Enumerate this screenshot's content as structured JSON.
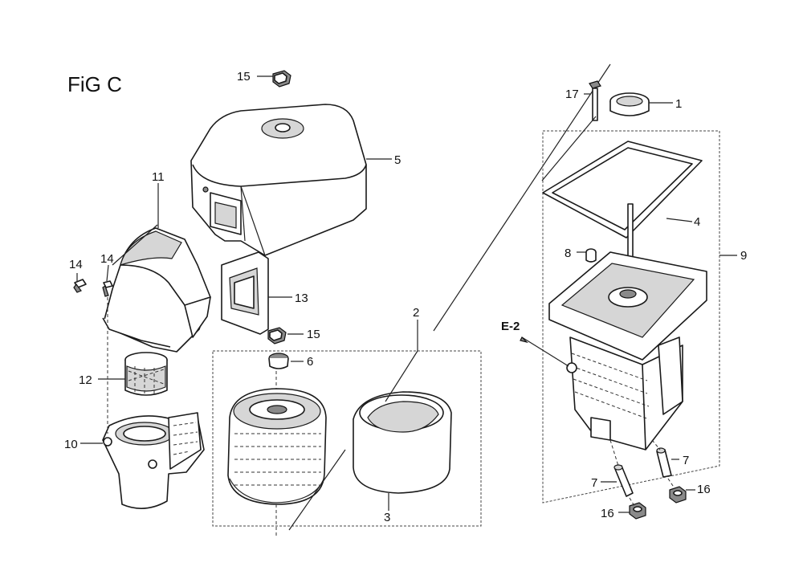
{
  "figure": {
    "title": "FiG C"
  },
  "callouts": [
    {
      "id": "c15a",
      "text": "15"
    },
    {
      "id": "c17",
      "text": "17"
    },
    {
      "id": "c1",
      "text": "1"
    },
    {
      "id": "c5",
      "text": "5"
    },
    {
      "id": "c11",
      "text": "11"
    },
    {
      "id": "c4",
      "text": "4"
    },
    {
      "id": "c14a",
      "text": "14"
    },
    {
      "id": "c14b",
      "text": "14"
    },
    {
      "id": "c8",
      "text": "8"
    },
    {
      "id": "c9",
      "text": "9"
    },
    {
      "id": "c13",
      "text": "13"
    },
    {
      "id": "c2",
      "text": "2"
    },
    {
      "id": "c15b",
      "text": "15"
    },
    {
      "id": "c6",
      "text": "6"
    },
    {
      "id": "ce2",
      "text": "E-2"
    },
    {
      "id": "c12",
      "text": "12"
    },
    {
      "id": "c10",
      "text": "10"
    },
    {
      "id": "c7a",
      "text": "7"
    },
    {
      "id": "c7b",
      "text": "7"
    },
    {
      "id": "c16a",
      "text": "16"
    },
    {
      "id": "c3",
      "text": "3"
    },
    {
      "id": "c16b",
      "text": "16"
    }
  ]
}
